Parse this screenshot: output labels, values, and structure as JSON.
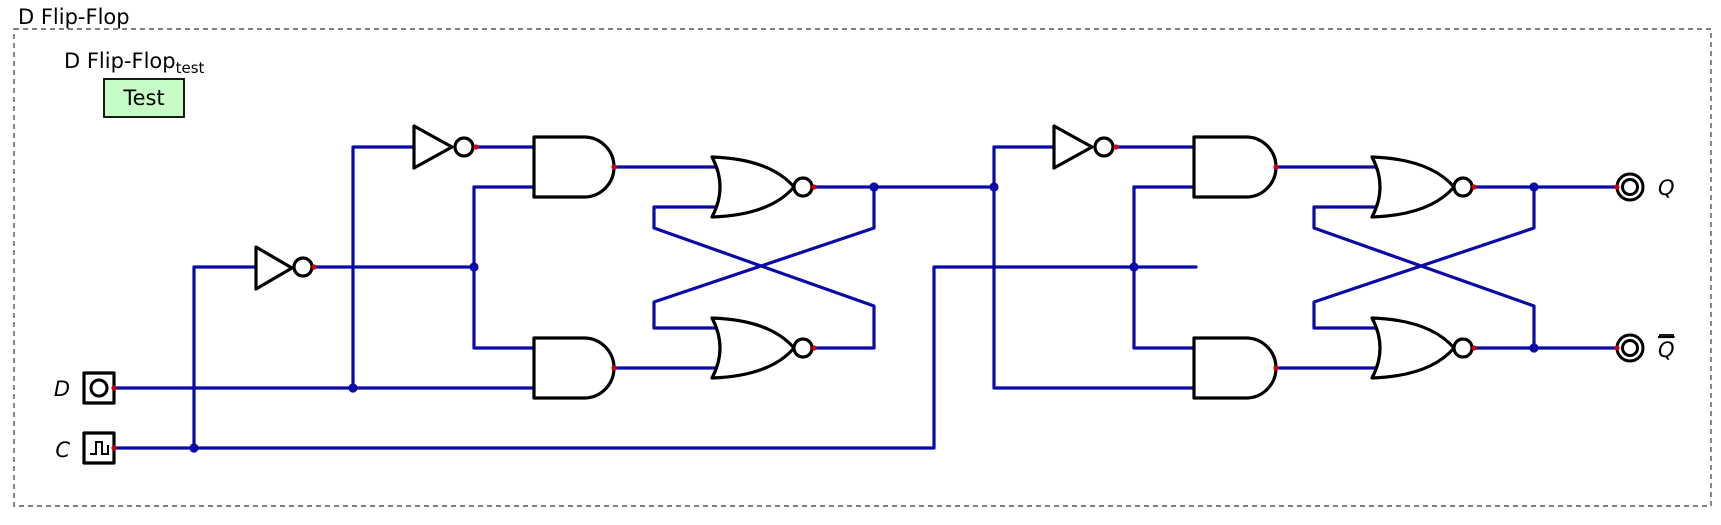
{
  "circuit": {
    "title": "D Flip-Flop",
    "test_label": {
      "main": "D Flip-Flop",
      "sub": "test"
    },
    "test_button": "Test",
    "inputs": {
      "d": "D",
      "c": "C"
    },
    "outputs": {
      "q": "Q",
      "qbar": "Q"
    }
  },
  "colors": {
    "wire": "#0a0aa8",
    "pin": "#d00000",
    "test_button_fill": "#c6fcc6"
  }
}
